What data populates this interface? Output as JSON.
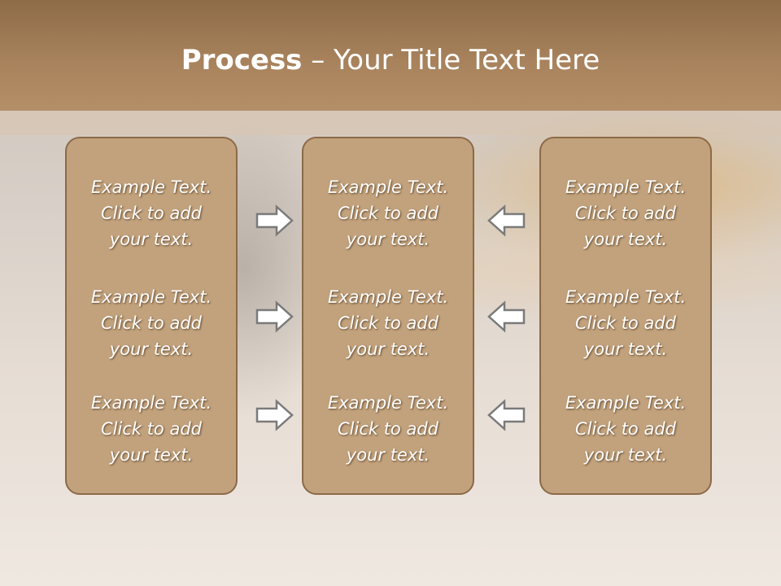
{
  "slide": {
    "title_bold": "Process",
    "title_rest": " – Your Title Text Here"
  },
  "panels": [
    {
      "items": [
        {
          "text": "Example Text.\nClick  to add\nyour text."
        },
        {
          "text": "Example Text.\nClick  to add\nyour text."
        },
        {
          "text": "Example Text.\nClick  to add\nyour text."
        }
      ]
    },
    {
      "items": [
        {
          "text": "Example Text.\nClick  to add\nyour text."
        },
        {
          "text": "Example Text.\nClick  to add\nyour text."
        },
        {
          "text": "Example Text.\nClick  to add\nyour text."
        }
      ]
    },
    {
      "items": [
        {
          "text": "Example Text.\nClick  to add\nyour text."
        },
        {
          "text": "Example Text.\nClick  to add\nyour text."
        },
        {
          "text": "Example Text.\nClick  to add\nyour text."
        }
      ]
    }
  ],
  "arrows": {
    "left_group": "arrow-right-icon",
    "right_group": "arrow-left-icon"
  },
  "colors": {
    "panel_fill": "#c2a27c",
    "panel_border": "#8c6a48",
    "header": "#a7825c",
    "arrow_stroke": "#7a7a7a",
    "text": "#ffffff"
  }
}
